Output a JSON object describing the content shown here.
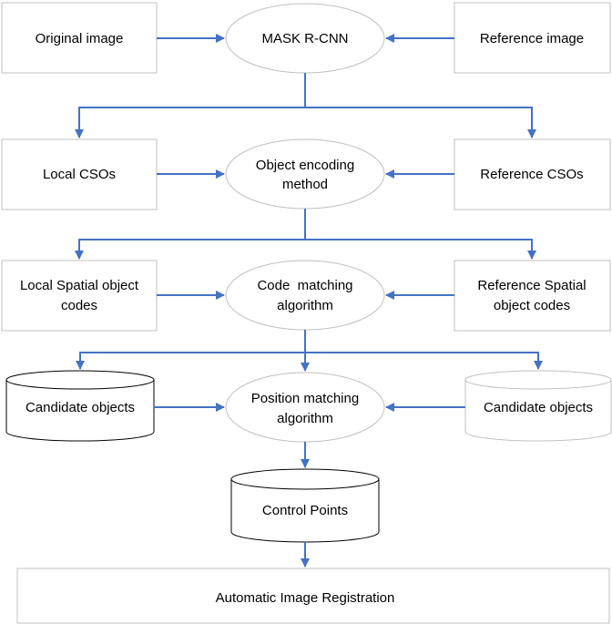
{
  "nodes": {
    "original_image": "Original image",
    "mask_rcnn": "MASK R-CNN",
    "reference_image": "Reference image",
    "local_csos": "Local CSOs",
    "object_encoding_1": "Object encoding",
    "object_encoding_2": "method",
    "reference_csos": "Reference CSOs",
    "local_spatial_1": "Local Spatial object",
    "local_spatial_2": "codes",
    "code_matching_1": "Code  matching",
    "code_matching_2": "algorithm",
    "reference_spatial_1": "Reference Spatial",
    "reference_spatial_2": "object codes",
    "candidate_left": "Candidate objects",
    "position_matching_1": "Position matching",
    "position_matching_2": "algorithm",
    "candidate_right": "Candidate objects",
    "control_points": "Control Points",
    "registration": "Automatic Image Registration"
  },
  "colors": {
    "arrow": "#4472c4",
    "border_light": "#c0c0c0",
    "border_dark": "#000000"
  }
}
